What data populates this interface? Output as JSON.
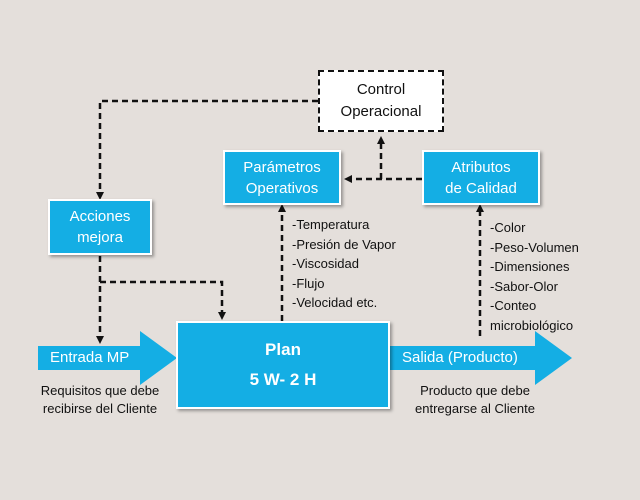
{
  "control": {
    "line1": "Control",
    "line2": "Operacional"
  },
  "parametros": {
    "line1": "Parámetros",
    "line2": "Operativos"
  },
  "atributos": {
    "line1": "Atributos",
    "line2": "de Calidad"
  },
  "acciones": {
    "line1": "Acciones",
    "line2": "mejora"
  },
  "plan": {
    "line1": "Plan",
    "line2": "5 W- 2 H"
  },
  "entrada": {
    "label": "Entrada MP",
    "caption1": "Requisitos que debe",
    "caption2": "recibirse del Cliente"
  },
  "salida": {
    "label": "Salida (Producto)",
    "caption1": "Producto que debe",
    "caption2": "entregarse al Cliente"
  },
  "param_list": [
    "-Temperatura",
    "-Presión de Vapor",
    "-Viscosidad",
    "-Flujo",
    "-Velocidad etc."
  ],
  "attr_list": [
    "-Color",
    "-Peso-Volumen",
    "-Dimensiones",
    "-Sabor-Olor",
    "-Conteo",
    "microbiológico"
  ],
  "colors": {
    "box_fill": "#14aee4",
    "background": "#e4dfdb",
    "line": "#111111"
  }
}
